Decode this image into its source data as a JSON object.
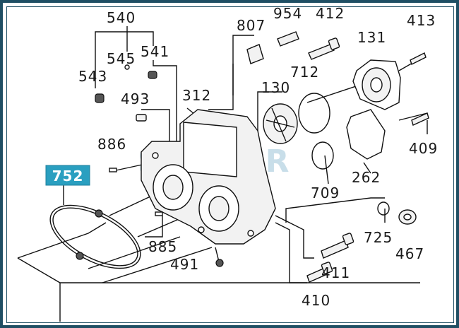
{
  "callouts": [
    {
      "id": "p540",
      "text": "540"
    },
    {
      "id": "p545",
      "text": "545"
    },
    {
      "id": "p541",
      "text": "541"
    },
    {
      "id": "p543",
      "text": "543"
    },
    {
      "id": "p493",
      "text": "493"
    },
    {
      "id": "p807",
      "text": "807"
    },
    {
      "id": "p954",
      "text": "954"
    },
    {
      "id": "p412",
      "text": "412"
    },
    {
      "id": "p131",
      "text": "131"
    },
    {
      "id": "p413",
      "text": "413"
    },
    {
      "id": "p312",
      "text": "312"
    },
    {
      "id": "p130",
      "text": "130"
    },
    {
      "id": "p712",
      "text": "712"
    },
    {
      "id": "p886",
      "text": "886"
    },
    {
      "id": "p409",
      "text": "409"
    },
    {
      "id": "p262",
      "text": "262"
    },
    {
      "id": "p709",
      "text": "709"
    },
    {
      "id": "p752",
      "text": "752"
    },
    {
      "id": "p725",
      "text": "725"
    },
    {
      "id": "p467",
      "text": "467"
    },
    {
      "id": "p885",
      "text": "885"
    },
    {
      "id": "p491",
      "text": "491"
    },
    {
      "id": "p411",
      "text": "411"
    },
    {
      "id": "p410",
      "text": "410"
    }
  ],
  "highlight": {
    "text": "752",
    "color": "#2a9fc0"
  },
  "watermark": {
    "text": "SUNCAR"
  },
  "colors": {
    "frame": "#1f4f64",
    "ink": "#111111",
    "badge": "#2a9fc0"
  }
}
